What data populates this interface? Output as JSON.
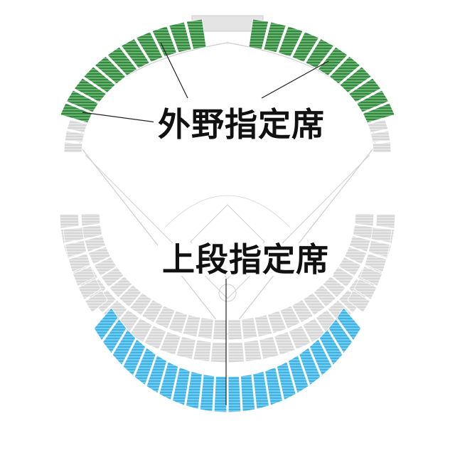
{
  "map": {
    "title": "",
    "sections": [
      {
        "id": "outfield",
        "label": "外野指定席",
        "color": "#2e8b3a",
        "highlighted": true
      },
      {
        "id": "upper",
        "label": "上段指定席",
        "color": "#3ab4e6",
        "highlighted": true
      },
      {
        "id": "other",
        "label": "",
        "color": "#d3d3d3",
        "highlighted": false
      }
    ]
  }
}
